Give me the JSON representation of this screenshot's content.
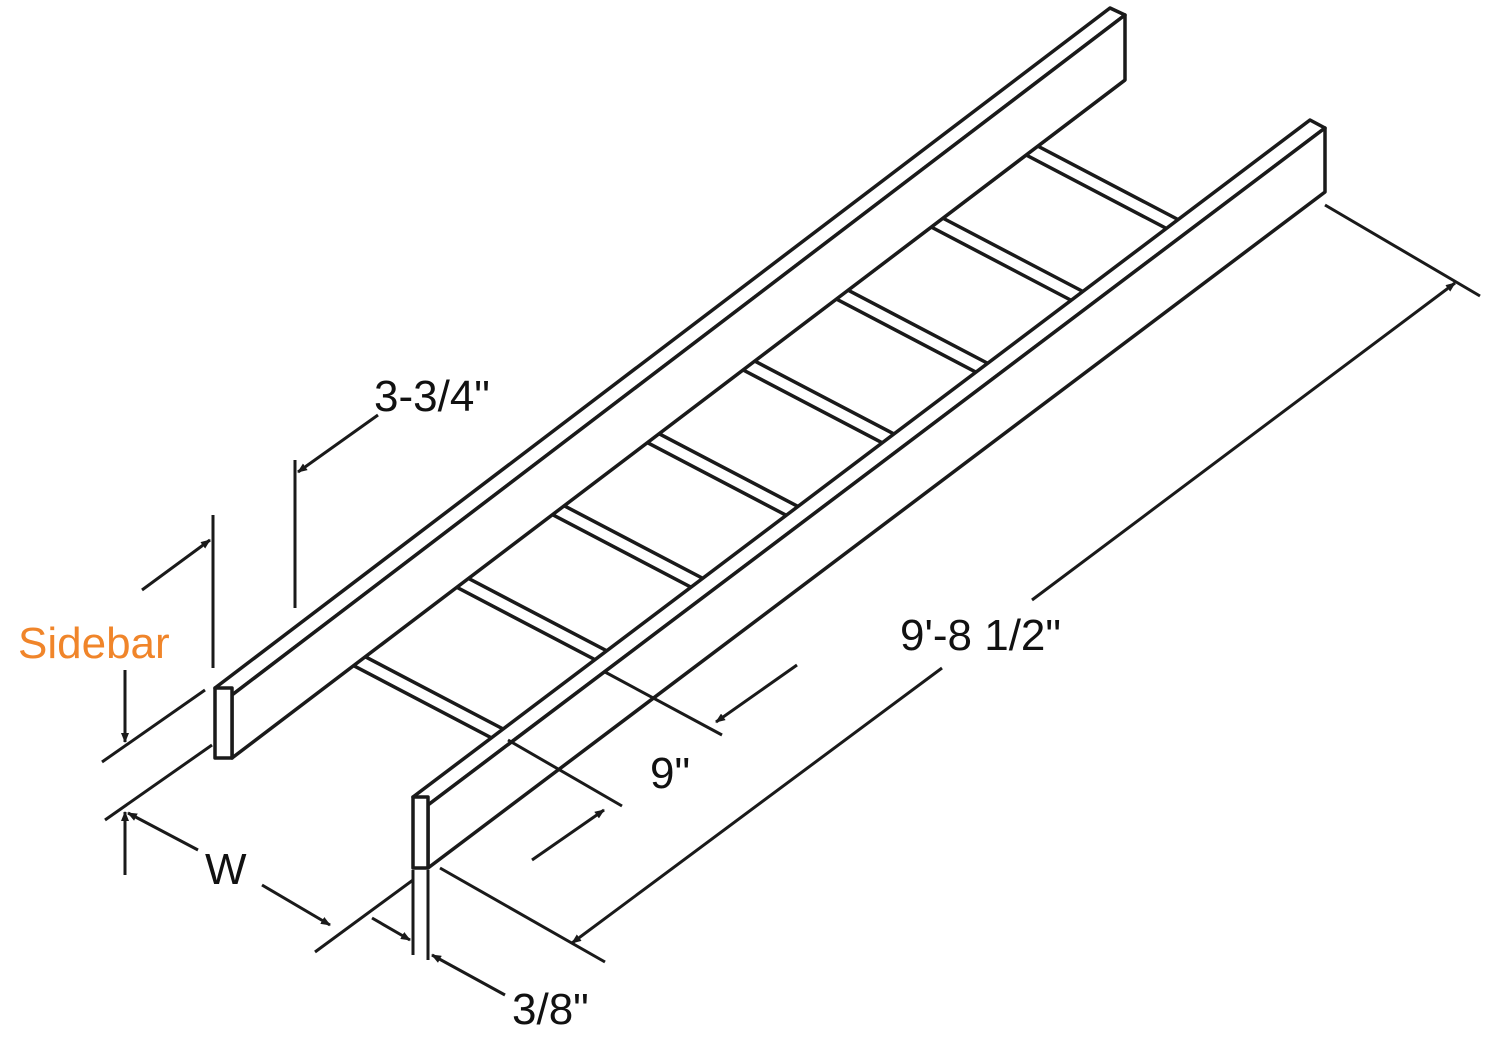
{
  "labels": {
    "rung_height": "3-3/4\"",
    "sidebar": "Sidebar",
    "width": "W",
    "rung_spacing": "9\"",
    "length": "9'-8 1/2\"",
    "rail_thickness": "3/8\""
  },
  "colors": {
    "line": "#1a1a1a",
    "sidebar_label": "#f0852a"
  }
}
